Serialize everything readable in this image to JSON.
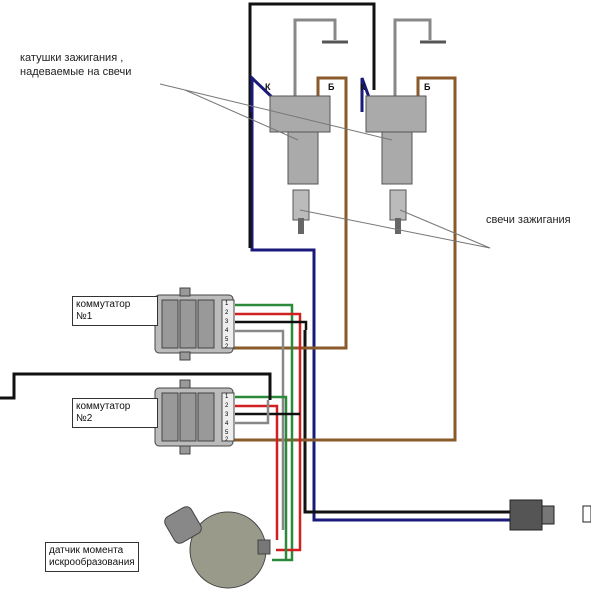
{
  "labels": {
    "coils_line1": "катушки зажигания ,",
    "coils_line2": "надеваемые на свечи",
    "spark_plugs": "свечи зажигания",
    "commutator1_line1": "коммутатор",
    "commutator1_line2": "№1",
    "commutator2_line1": "коммутатор",
    "commutator2_line2": "№2",
    "sensor_line1": "датчик момента",
    "sensor_line2": "искрообразования"
  },
  "coil_pins": {
    "k": "К",
    "b": "Б"
  },
  "commutator_pins": [
    "1",
    "2",
    "3",
    "4",
    "5",
    "2"
  ],
  "wire_colors": {
    "black": "#111111",
    "blue": "#1a1a7a",
    "brown": "#8a5a2a",
    "green": "#2a8a3a",
    "red": "#d02020",
    "gray": "#888888"
  }
}
